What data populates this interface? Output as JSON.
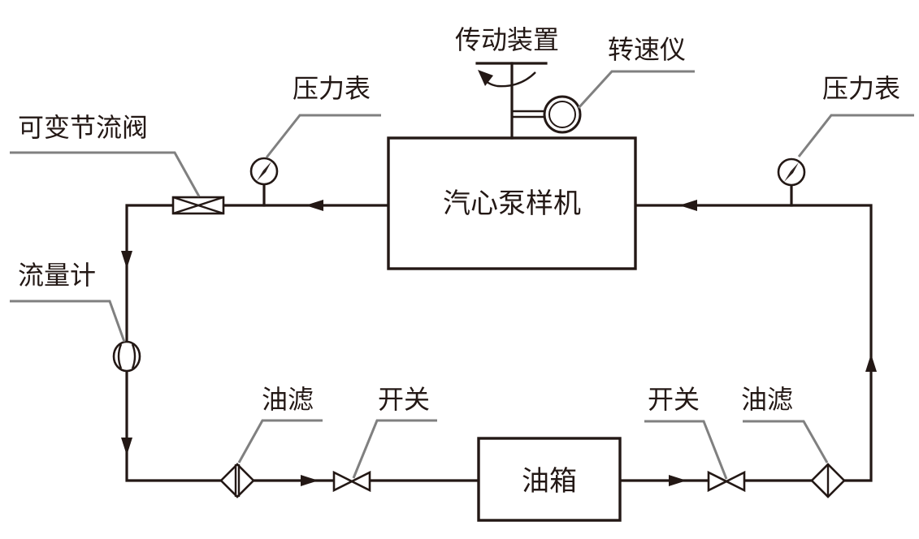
{
  "diagram": {
    "type": "hydraulic test loop schematic",
    "components": {
      "pump": {
        "label": "汽心泵样机"
      },
      "tank": {
        "label": "油箱"
      },
      "drive": {
        "label": "传动装置"
      },
      "tachometer": {
        "label": "转速仪"
      },
      "pressure_gauge_outlet": {
        "label": "压力表"
      },
      "pressure_gauge_inlet": {
        "label": "压力表"
      },
      "throttle_valve": {
        "label": "可变节流阀"
      },
      "flowmeter": {
        "label": "流量计"
      },
      "filter_left": {
        "label": "油滤"
      },
      "switch_left": {
        "label": "开关"
      },
      "switch_right": {
        "label": "开关"
      },
      "filter_right": {
        "label": "油滤"
      }
    },
    "flow_path": [
      "油箱",
      "开关",
      "油滤",
      "压力表",
      "汽心泵样机",
      "压力表",
      "可变节流阀",
      "流量计",
      "油滤",
      "开关",
      "油箱"
    ],
    "colors": {
      "line": "#231815",
      "leader": "#808080",
      "background": "#ffffff"
    }
  }
}
